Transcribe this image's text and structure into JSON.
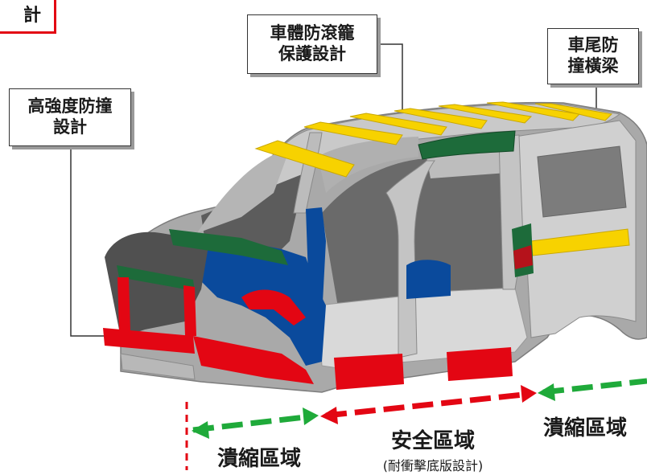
{
  "title_fragment": "計",
  "callouts": {
    "front": [
      "高強度防撞",
      "設計"
    ],
    "roof": [
      "車體防滾籠",
      "保護設計"
    ],
    "rear": [
      "車尾防",
      "撞橫梁"
    ]
  },
  "zones": {
    "crumple_front": "潰縮區域",
    "safety": "安全區域",
    "safety_note": "(耐衝擊底版設計)",
    "crumple_rear": "潰縮區域"
  },
  "colors": {
    "red": "#e30613",
    "blue": "#0a4a9c",
    "green": "#1d6b3a",
    "yellow": "#f7d200",
    "arrow_green": "#1faa3a",
    "arrow_red": "#e30613"
  }
}
